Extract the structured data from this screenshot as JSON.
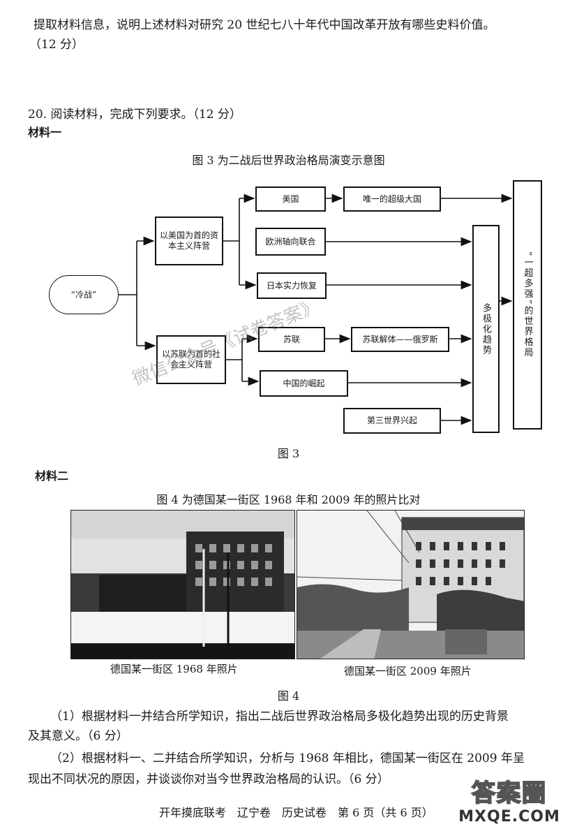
{
  "q19": {
    "line1": "提取材料信息，说明上述材料对研究 20 世纪七八十年代中国改革开放有哪些史料价值。",
    "line2": "（12 分）"
  },
  "q20": {
    "title": "20. 阅读材料，完成下列要求。（12 分）",
    "m1_label": "材料一",
    "fig3_title": "图 3 为二战后世界政治格局演变示意图",
    "fig3_caption": "图 3",
    "m2_label": "材料二",
    "fig4_title": "图 4 为德国某一街区 1968 年和 2009 年的照片比对",
    "photo1_caption": "德国某一街区 1968 年照片",
    "photo2_caption": "德国某一街区 2009 年照片",
    "fig4_caption": "图 4",
    "q1_line1": "（1）根据材料一并结合所学知识，指出二战后世界政治格局多极化趋势出现的历史背景",
    "q1_line2": "及其意义。（6 分）",
    "q2_line1": "（2）根据材料一、二并结合所学知识，分析与 1968 年相比，德国某一街区在 2009 年呈",
    "q2_line2": "现出不同状况的原因，并谈谈你对当今世界政治格局的认识。（6 分）"
  },
  "diagram": {
    "cold_war": "“冷战”",
    "us_bloc": "以美国为首的资本主义阵营",
    "soviet_bloc": "以苏联为首的社会主义阵营",
    "usa": "美国",
    "superpower": "唯一的超级大国",
    "eu": "欧洲轴向联合",
    "japan": "日本实力恢复",
    "ussr": "苏联",
    "ussr_collapse": "苏联解体——俄罗斯",
    "china": "中国的崛起",
    "third_world": "第三世界兴起",
    "multipolar": "多极化趋势",
    "one_super": "“一超多强”的世界格局"
  },
  "watermark": "微信公众号《试卷答案》",
  "footer": "开年摸底联考　辽宁卷　历史试卷　第 6 页（共 6 页）",
  "logo": {
    "big": "答案圈",
    "small": "MXQE.COM"
  }
}
